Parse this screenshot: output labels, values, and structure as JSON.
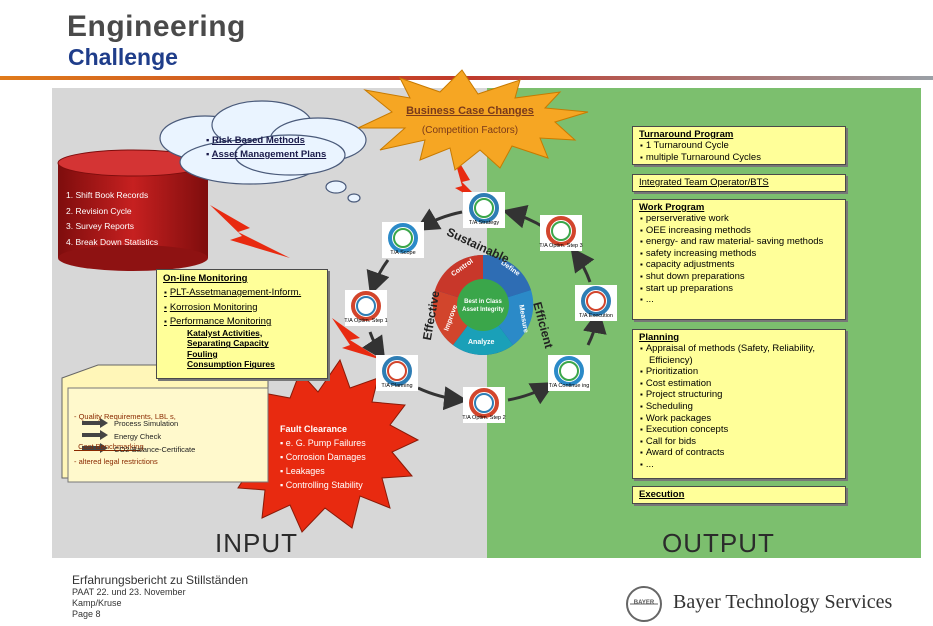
{
  "header": {
    "title_line1": "Engineering",
    "title_line2": "Challenge"
  },
  "panels": {
    "input_label": "INPUT",
    "output_label": "OUTPUT"
  },
  "business_case": {
    "title": "Business Case Changes",
    "subtitle": "(Competition Factors)"
  },
  "cloud": {
    "items": [
      "Risk Based Methods",
      "Asset Management  Plans"
    ]
  },
  "database": {
    "items": [
      "1.  Shift Book Records",
      "2.  Revision Cycle",
      "3.  Survey Reports",
      "4.  Break Down Statistics"
    ]
  },
  "online_monitoring": {
    "title": "On-line Monitoring",
    "items": [
      "PLT-Assetmanagement-Inform.",
      "Korrosion Monitoring",
      "Performance Monitoring"
    ],
    "subitems": [
      "Katalyst Activities,",
      "Separating Capacity",
      "Fouling",
      "Consumption Figures"
    ]
  },
  "folder": {
    "lines": [
      "- Quality Requirements, LBL s,",
      "  Cost Benchmarking"
    ],
    "arrow_items": [
      "Process Simulation",
      "Energy Check",
      "CO2-Balance-Certificate"
    ],
    "last": "- altered legal restrictions"
  },
  "fault": {
    "title": "Fault Clearance",
    "items": [
      "e. G. Pump Failures",
      "Corrosion Damages",
      "Leakages",
      "Controlling Stability"
    ]
  },
  "cycle": {
    "nodes": [
      "T/A Strategy",
      "T/A Optim. Step 3",
      "T/A Execution",
      "T/A Continue ing",
      "T/A Optim. Step 2",
      "T/A Planning",
      "T/A Optim. Step 1",
      "T/A Scope"
    ],
    "center_text": [
      "Best in Class",
      "Asset Integrity"
    ],
    "segments": [
      "Control",
      "Define",
      "Measure",
      "Analyze",
      "Improve"
    ],
    "arc_top": "Sustainable",
    "arc_right": "Efficient",
    "arc_left": "Effective"
  },
  "output": {
    "turnaround": {
      "title": "Turnaround Program",
      "items": [
        "1 Turnaround Cycle",
        "multiple Turnaround Cycles"
      ]
    },
    "integrated": "Integrated Team Operator/BTS",
    "work_program": {
      "title": "Work Program",
      "items": [
        "perserverative work",
        "OEE increasing methods",
        "energy- and raw material- saving methods",
        "safety increasing methods",
        "capacity adjustments",
        "shut down preparations",
        "start up preparations",
        "..."
      ]
    },
    "planning": {
      "title": "Planning",
      "items": [
        "Appraisal of methods (Safety, Reliability, Efficiency)",
        "Prioritization",
        "Cost estimation",
        "Project structuring",
        "Scheduling",
        "Work packages",
        "Execution concepts",
        "Call for bids",
        "Award of contracts",
        "..."
      ]
    },
    "execution": "Execution"
  },
  "footer": {
    "line1": "Erfahrungsbericht zu Stillständen",
    "line2": "PAAT 22. und 23. November",
    "line3": "Kamp/Kruse",
    "line4": "Page 8",
    "logo_text": "BAYER",
    "brand": "Bayer Technology Services"
  },
  "colors": {
    "title_blue": "#1f3d8a",
    "output_green": "#7cbf6e",
    "input_grey": "#d7d7d7",
    "note_yellow": "#ffff99",
    "db_red": "#b01818",
    "burst_orange": "#f6a623",
    "burst_red": "#e82a10"
  }
}
